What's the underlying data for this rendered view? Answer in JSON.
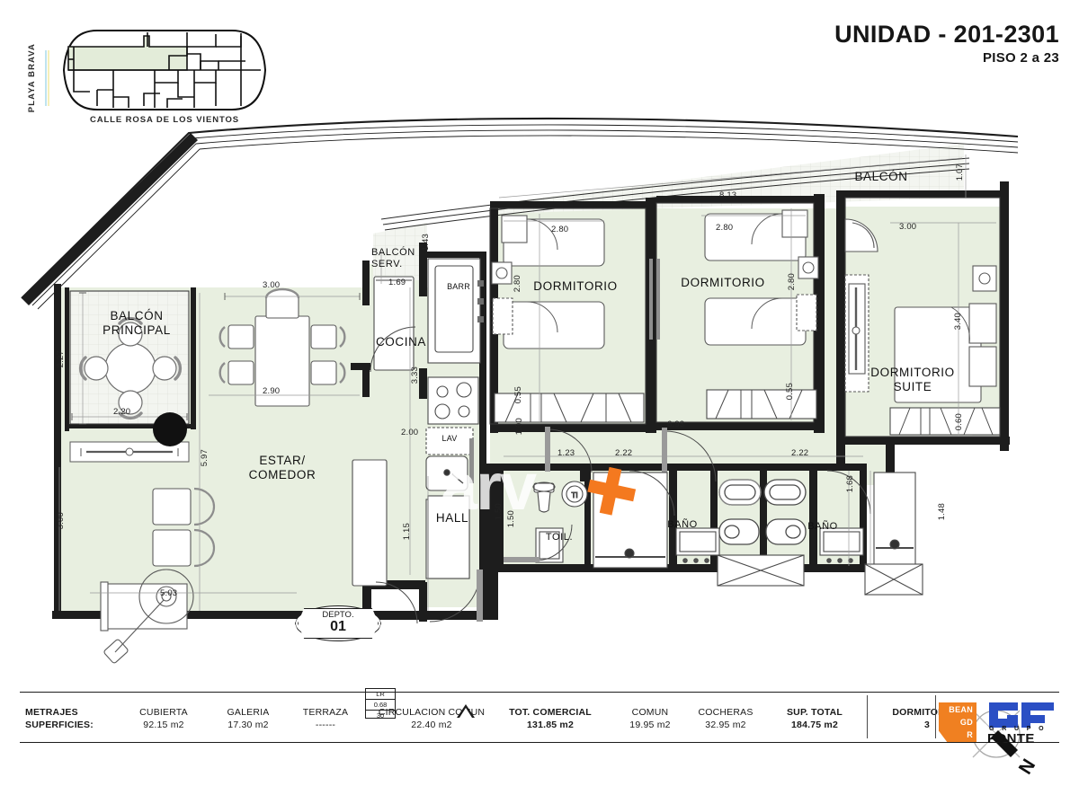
{
  "header": {
    "key_plan": {
      "beach_label": "PLAYA  BRAVA",
      "street_label": "CALLE ROSA DE LOS VIENTOS"
    },
    "unit_title": "UNIDAD - 201-2301",
    "floor_subtitle": "PISO  2 a 23"
  },
  "plan": {
    "depto_badge": {
      "caption": "DEPTO.",
      "number": "01"
    },
    "lr_box": {
      "label": "LR",
      "value": "0.68",
      "sub": "30"
    },
    "watermark": {
      "text": "arv",
      "plus_color": "#f4791f"
    },
    "compass": {
      "north_label": "N"
    },
    "rooms": [
      {
        "name": "BALCÓN PRINCIPAL",
        "label": "BALCÓN\nPRINCIPAL"
      },
      {
        "name": "COCINA",
        "label": "COCINA"
      },
      {
        "name": "BALCÓN SERV.",
        "label": "BALCÓN\nSERV."
      },
      {
        "name": "ESTAR/COMEDOR",
        "label": "ESTAR/\nCOMEDOR"
      },
      {
        "name": "HALL",
        "label": "HALL"
      },
      {
        "name": "DORMITORIO 1",
        "label": "DORMITORIO"
      },
      {
        "name": "DORMITORIO 2",
        "label": "DORMITORIO"
      },
      {
        "name": "DORMITORIO SUITE",
        "label": "DORMITORIO\nSUITE"
      },
      {
        "name": "BALCÓN",
        "label": "BALCÓN"
      },
      {
        "name": "TOIL.",
        "label": "TOIL."
      },
      {
        "name": "BAÑO 1",
        "label": "BAÑO"
      },
      {
        "name": "BAÑO 2",
        "label": "BAÑO"
      },
      {
        "name": "BARR",
        "label": "BARR"
      },
      {
        "name": "LAV",
        "label": "LAV"
      }
    ],
    "dimensions": {
      "balcon_principal_v": "2.27",
      "balcon_principal_h": "2.20",
      "estar_left_v": "3.00",
      "estar_v": "5.97",
      "estar_h": "5.03",
      "comedor_h": "3.00",
      "comedor_h2": "2.90",
      "cocina_h": "2.00",
      "cocina_v": "3.33",
      "balcon_serv_v": "1.43",
      "balcon_serv_h": "1.69",
      "hall_v": "1.15",
      "hall_v2": "1.50",
      "hall_v3": "1.00",
      "balcon_top_h": "8.13",
      "balcon_suite_v": "1.07",
      "dorm1_h": "2.80",
      "dorm1_v": "2.80",
      "dorm1_closet": "0.55",
      "dorm2_h": "2.80",
      "dorm2_v": "2.80",
      "dorm2_closet": "0.55",
      "dorms_total_h": "6.93",
      "suite_h": "3.00",
      "suite_v": "3.40",
      "suite_closet": "0.60",
      "toil_h": "1.23",
      "toil_v": "1.50",
      "bano1_h": "2.22",
      "bano2_h": "2.22",
      "bano2_v": "1.68",
      "bano2_v2": "1.48"
    }
  },
  "footer": {
    "row_labels": {
      "line1": "METRAJES",
      "line2": "SUPERFICIES:"
    },
    "columns": [
      {
        "header": "CUBIERTA",
        "value": "92.15 m2",
        "bold": false
      },
      {
        "header": "GALERIA",
        "value": "17.30 m2",
        "bold": false
      },
      {
        "header": "TERRAZA",
        "value": "------",
        "bold": false
      },
      {
        "header": "CIRCULACION COMUN",
        "value": "22.40 m2",
        "bold": false
      },
      {
        "header": "TOT. COMERCIAL",
        "value": "131.85 m2",
        "bold": true
      },
      {
        "header": "COMUN",
        "value": "19.95 m2",
        "bold": false
      },
      {
        "header": "COCHERAS",
        "value": "32.95 m2",
        "bold": false
      },
      {
        "header": "SUP. TOTAL",
        "value": "184.75 m2",
        "bold": true
      },
      {
        "header": "DORMITORIOS",
        "value": "3",
        "bold": true
      }
    ],
    "logos": {
      "bean": {
        "line1": "BEAN",
        "line2": "GD",
        "line3": "R",
        "color": "#f08021"
      },
      "grupo_fonte": {
        "mark": "GF",
        "line1": "G R U P O",
        "line2": "FONTE",
        "color": "#2b4fc4"
      }
    }
  }
}
